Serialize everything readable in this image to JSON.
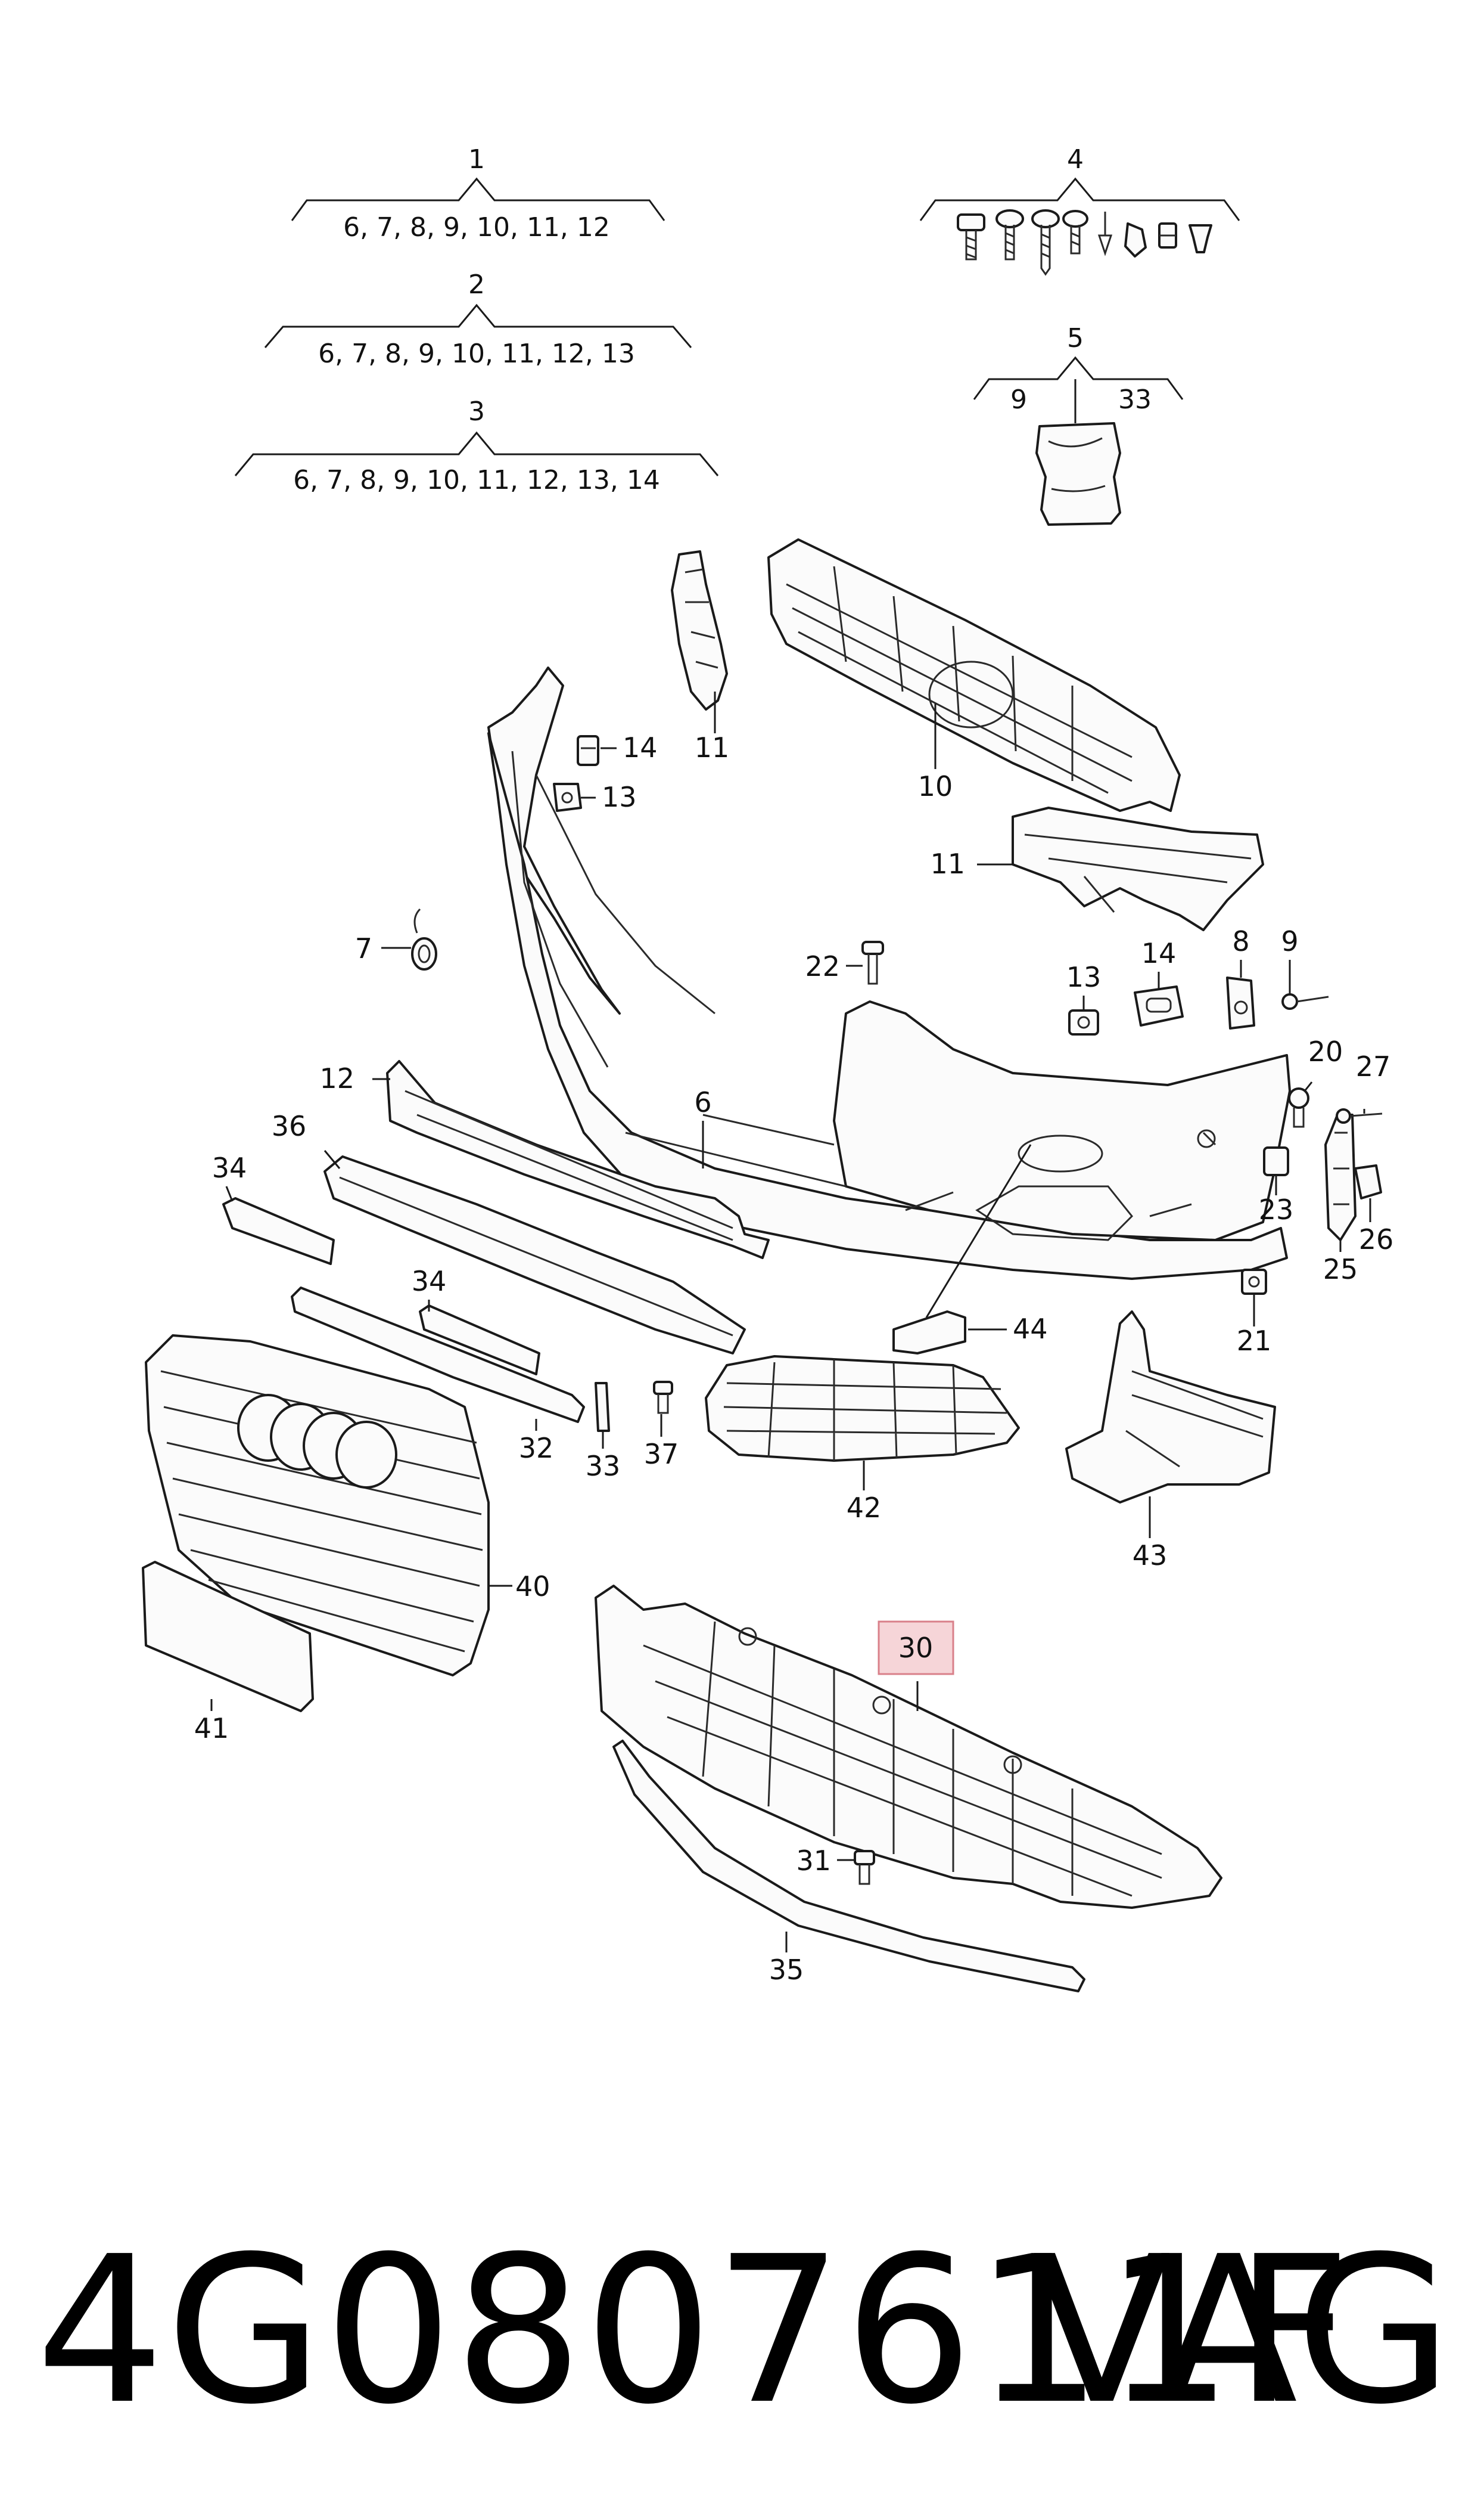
{
  "groups": [
    {
      "number": "1",
      "contents": "6, 7, 8, 9, 10, 11, 12"
    },
    {
      "number": "2",
      "contents": "6, 7, 8, 9, 10, 11, 12, 13"
    },
    {
      "number": "3",
      "contents": "6, 7, 8, 9, 10, 11, 12, 13, 14"
    },
    {
      "number": "4",
      "contents": ""
    },
    {
      "number": "5",
      "left": "9",
      "right": "33"
    }
  ],
  "labels": {
    "p6": "6",
    "p7": "7",
    "p8": "8",
    "p9": "9",
    "p10": "10",
    "p11a": "11",
    "p11b": "11",
    "p12": "12",
    "p13a": "13",
    "p13b": "13",
    "p14a": "14",
    "p14b": "14",
    "p20": "20",
    "p21": "21",
    "p22": "22",
    "p23": "23",
    "p25": "25",
    "p26": "26",
    "p27": "27",
    "p30": "30",
    "p31": "31",
    "p32": "32",
    "p33": "33",
    "p34a": "34",
    "p34b": "34",
    "p35": "35",
    "p36": "36",
    "p37": "37",
    "p40": "40",
    "p41": "41",
    "p42": "42",
    "p43": "43",
    "p44": "44"
  },
  "highlight": {
    "part": "30",
    "color": "#f6d5d8"
  },
  "footer": {
    "part_number": "4G0807611F",
    "brand": "VAG"
  }
}
